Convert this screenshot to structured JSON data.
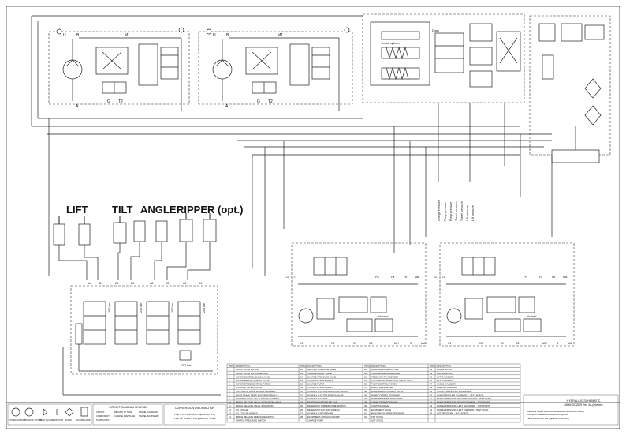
{
  "cylinder_labels": {
    "lift": "LIFT",
    "tilt": "TILT",
    "angle": "ANGLE",
    "ripper": "RIPPER (opt.)"
  },
  "pump_circuits": {
    "left": {
      "u": "U",
      "b": "B",
      "m1": "M1",
      "a": "A",
      "g": "G",
      "t2": "T2"
    },
    "right": {
      "u": "U",
      "b": "B",
      "m1": "M1",
      "a": "A",
      "g": "G",
      "t2": "T2"
    }
  },
  "brake": {
    "cylinder": "brake cylinder",
    "drain": "Drain"
  },
  "valve_bank": {
    "ports": [
      "A1",
      "B1",
      "A2",
      "B2",
      "A3",
      "B3",
      "A4",
      "B4"
    ],
    "pressure_labels": [
      "207 bar",
      "230 bar",
      "207 bar",
      "200 bar"
    ],
    "bottom_label": "207 bar"
  },
  "test_ports": [
    "Charge Pressure",
    "Pump pressure",
    "Pump pressure",
    "Travel pressure",
    "Travel pressure",
    "Lift pressure",
    "Lift pressure"
  ],
  "drive_circuits": {
    "left": {
      "ports": [
        "T2",
        "T1",
        "PS",
        "Fa",
        "Fb",
        "MB",
        "X1",
        "X2",
        "G",
        "G1",
        "MH",
        "S",
        "MA"
      ],
      "blocked": "blocked"
    },
    "right": {
      "ports": [
        "T2",
        "T1",
        "PS",
        "Fa",
        "Fb",
        "MB",
        "X1",
        "X2",
        "G",
        "G1",
        "MH",
        "S",
        "MA"
      ],
      "blocked": "blocked"
    }
  },
  "legend": {
    "title": "CIRCUIT DIAGRAM LEGEND",
    "items": [
      "CIRCUIT",
      "COMPONENT",
      "PUMP SUPPLY",
      "RETURN TO TANK",
      "CHARGE PRESSURE",
      "TRAVEL FORWARD",
      "TRAVEL BACKWARD"
    ]
  },
  "conversion": {
    "title": "CONVERSION INFORMATION",
    "line1": "1 bar = 14.5 pounds per square inch (PSI)",
    "line2": "1 liter per minute = .264 gallons per minute"
  },
  "symbols": [
    "HYDRAULIC PUMP",
    "HYDRAULIC MOTOR",
    "CHECK VALVE",
    "RESTRICTOR",
    "FILTER",
    "ACCUMULATOR"
  ],
  "parts_table": {
    "headers": [
      "ITEM #",
      "DESCRIPTION",
      "ITEM #",
      "DESCRIPTION",
      "ITEM #",
      "DESCRIPTION",
      "ITEM #",
      "DESCRIPTION"
    ],
    "rows": [
      [
        "1",
        "TRACK DRIVE MOTOR",
        "15",
        "NEUTRAL OVERRIDE VALVE",
        "29",
        "HIGH PRESSURE CUT-OFF",
        "43",
        "ANGLE SPOOL"
      ],
      [
        "2",
        "TRACK DRIVE MOTOR SENSOR",
        "16",
        "CHARGE RELIEF VALVE",
        "30",
        "CHARGE PRESSURE VALVE",
        "44",
        "RIPPER SPOOL"
      ],
      [
        "3",
        "MOTOR CONTROL CHECK VALVE",
        "17",
        "CHARGE PRESSURE VALVE",
        "31",
        "PRESSURE TRANSDUCER",
        "45",
        "LIFT CYLINDERS"
      ],
      [
        "4",
        "MOTOR SPEED CONTROL VALVE",
        "18",
        "CHARGE FILTER BYPASS",
        "32",
        "HIGH PRESSURE RELIEF / CHECK VALVE",
        "46",
        "TILT CYLINDER"
      ],
      [
        "5",
        "MOTOR SPEED CONTROL PISTON",
        "19",
        "CHARGE FILTER",
        "33",
        "PUMP CONTROL PISTON",
        "47",
        "ANGLE CYLINDERS"
      ],
      [
        "6",
        "MOTOR FLUSHING VALVE",
        "20",
        "CHARGE FILTER SWITCH",
        "34",
        "TRACK DRIVE PUMPS",
        "48",
        "RIPPER CYLINDERS"
      ],
      [
        "7",
        "LEFT TRACK DRIVE MOTOR ASSEMBLY",
        "21",
        "HYDRAULIC FILTER PRESSURE SWITCH",
        "35",
        "PUMP SPEED CONTROL VALVE",
        "49",
        "CHARGE PRESSURE TEST POINT"
      ],
      [
        "8",
        "RIGHT TRACK DRIVE MOTOR ASSEMBLY",
        "22",
        "HYDRAULIC FILTER BYPASS VALVE",
        "36",
        "PUMP CONTROL SOLENOID",
        "50",
        "PUMP PRESSURE EQUIPMENT - TEST POINT"
      ],
      [
        "9",
        "MOTOR CHANGE VALVE PISTON CONTROL",
        "23",
        "HYDRAULIC FILTER",
        "37",
        "PUMP PRESSURE TEST POINT",
        "51",
        "TRAVEL PRESSURE RIGHT BACKWARD - TEST POINT"
      ],
      [
        "10",
        "BRAKE RELEASE VALVE (ACTUATION) VALVE",
        "24",
        "RESERVOIR PRESSURE CAP",
        "38",
        "CONNECTION TO ENGINE",
        "52",
        "TRAVEL PRESSURE RIGHT FORWARD - TEST POINT"
      ],
      [
        "11",
        "BRAKE RELEASE VALVE (SOLENOID)",
        "25",
        "RESERVOIR TEMPERATURE SENSOR",
        "39",
        "CONTROL VALVE",
        "53",
        "TRAVEL PRESSURE LEFT BACKWARD - TEST POINT"
      ],
      [
        "12",
        "OIL COOLER",
        "26",
        "RESERVOIR SUCTION SCREEN",
        "40",
        "EQUIPMENT VALVE",
        "54",
        "TRAVEL PRESSURE LEFT FORWARD - TEST POINT"
      ],
      [
        "13",
        "OIL COOLER BYPASS",
        "27",
        "HYDRAULIC RESERVOIR",
        "41",
        "MAIN PRESSURE RELIEF VALVE",
        "55",
        "LIFT PRESSURE - TEST POINT"
      ],
      [
        "14",
        "BRAKE RELEASE PRESSURE SWITCH",
        "28",
        "EQUIPMENT HYDRAULIC PUMP",
        "42",
        "TILT SPOOL",
        "",
        ""
      ],
      [
        "",
        "CHARGE PRESSURE SWITCH",
        "",
        "CHARGE PUMP",
        "",
        "LIFT SPOOL",
        "",
        ""
      ]
    ]
  },
  "title_block": {
    "line1": "HYDRAULIC SCHEMATIC",
    "line2": "850M DOZER Tier 4A (interim)",
    "note1": "Additional copies of this Schematic can be ordered through",
    "note2": "Technical Publications Distribution System",
    "part": "Part # RAC 47827891 (replaces 47827847)"
  },
  "colors": {
    "line": "#222222",
    "background": "#ffffff"
  }
}
